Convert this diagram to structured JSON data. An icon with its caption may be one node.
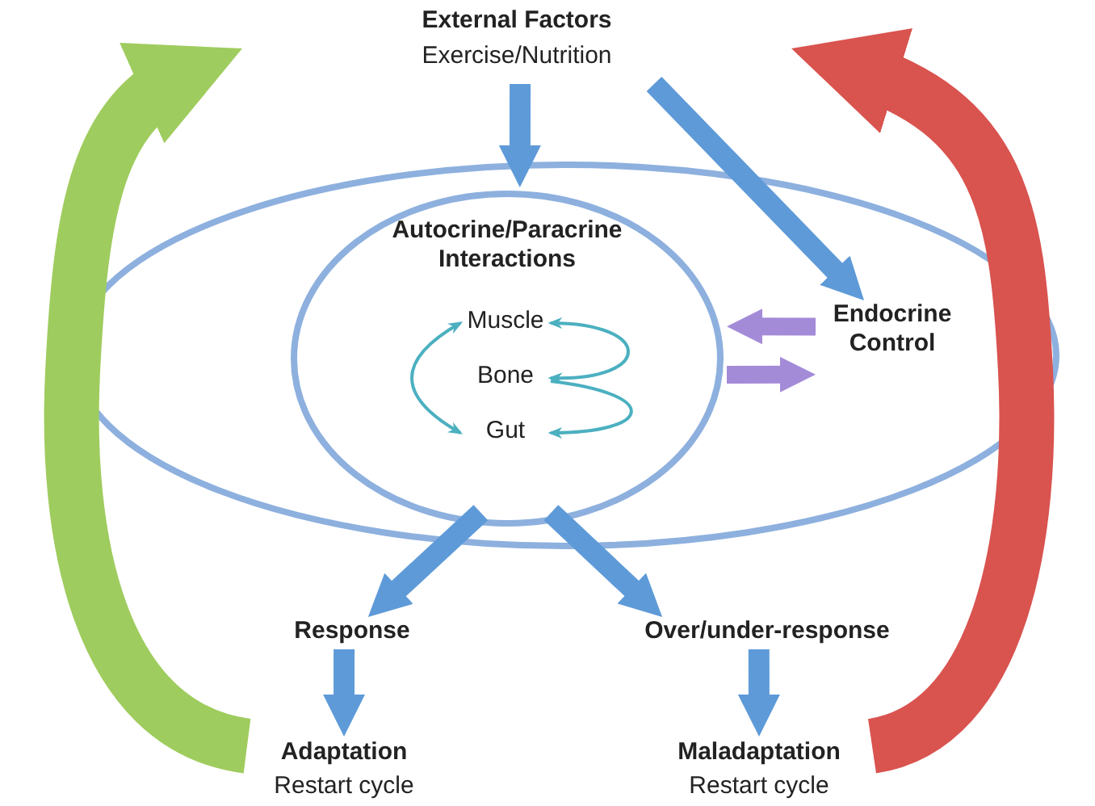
{
  "diagram": {
    "nodes": [
      {
        "text": [
          "External Factors",
          "Exercise/Nutrition"
        ]
      },
      {
        "text": [],
        "shape": "ellipse"
      },
      {
        "text": [
          "Autocrine/Paracrine Interactions"
        ],
        "in": 1
      },
      {
        "text": [
          "Muscle"
        ],
        "in": 2
      },
      {
        "text": [
          "Bone"
        ],
        "in": 2
      },
      {
        "text": [
          "Gut"
        ],
        "in": 2
      },
      {
        "text": [
          "Endocrine Control"
        ],
        "in": 1
      },
      {
        "text": [
          "Response"
        ]
      },
      {
        "text": [
          "Over/under-response"
        ]
      },
      {
        "text": [
          "Adaptation",
          "Restart cycle"
        ]
      },
      {
        "text": [
          "Maladaptation",
          "Restart cycle"
        ]
      }
    ],
    "edges": [
      {
        "from": 0,
        "to": 2,
        "arrow": "to"
      },
      {
        "from": 0,
        "to": 6,
        "arrow": "to"
      },
      {
        "from": 6,
        "to": 2,
        "arrow": "to",
        "color": "#a38bd8"
      },
      {
        "from": 2,
        "to": 6,
        "arrow": "to",
        "color": "#a38bd8"
      },
      {
        "from": 3,
        "to": 5,
        "arrow": "both",
        "color": "#4bb0c0"
      },
      {
        "from": 4,
        "to": 3,
        "arrow": "both",
        "color": "#4bb0c0"
      },
      {
        "from": 4,
        "to": 5,
        "arrow": "to",
        "color": "#4bb0c0"
      },
      {
        "from": 2,
        "to": 7,
        "arrow": "to"
      },
      {
        "from": 2,
        "to": 8,
        "arrow": "to"
      },
      {
        "from": 7,
        "to": 9,
        "arrow": "to"
      },
      {
        "from": 8,
        "to": 10,
        "arrow": "to"
      },
      {
        "from": 9,
        "to": 0,
        "arrow": "to",
        "style": "thick",
        "color": "#9fcc5e"
      },
      {
        "from": 10,
        "to": 0,
        "arrow": "to",
        "style": "thick",
        "color": "#d9534f"
      }
    ]
  }
}
